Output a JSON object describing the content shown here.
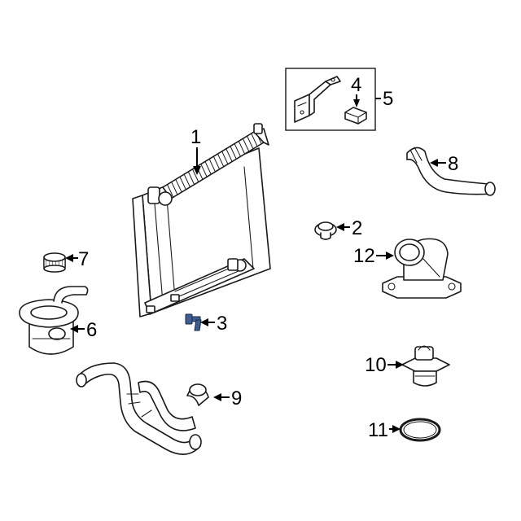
{
  "parts": [
    {
      "id": "radiator",
      "callout": "1",
      "icon": "radiator-icon"
    },
    {
      "id": "radiator-plug",
      "callout": "2",
      "icon": "plug-icon"
    },
    {
      "id": "mounting-bolt",
      "callout": "3",
      "icon": "bolt-icon",
      "highlight_color": "#3f5e8f"
    },
    {
      "id": "bracket-nut",
      "callout": "4",
      "icon": "nut-icon"
    },
    {
      "id": "bracket-kit",
      "callout": "5",
      "icon": "bracket-icon"
    },
    {
      "id": "reservoir",
      "callout": "6",
      "icon": "reservoir-icon"
    },
    {
      "id": "reservoir-cap",
      "callout": "7",
      "icon": "cap-icon"
    },
    {
      "id": "upper-hose",
      "callout": "8",
      "icon": "hose-icon"
    },
    {
      "id": "lower-hose",
      "callout": "9",
      "icon": "hose-icon"
    },
    {
      "id": "thermostat",
      "callout": "10",
      "icon": "thermostat-icon"
    },
    {
      "id": "o-ring",
      "callout": "11",
      "icon": "gasket-icon"
    },
    {
      "id": "thermostat-housing",
      "callout": "12",
      "icon": "housing-icon"
    }
  ]
}
